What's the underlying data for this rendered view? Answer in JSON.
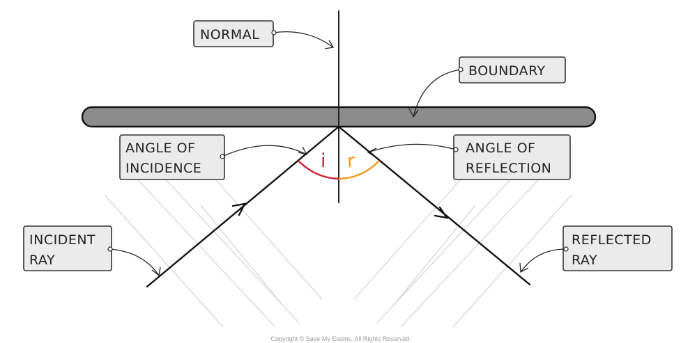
{
  "labels": {
    "normal": "NORMAL",
    "boundary": "BOUNDARY",
    "angle_of_incidence": [
      "ANGLE  OF",
      "INCIDENCE"
    ],
    "angle_of_reflection": [
      "ANGLE  OF",
      "REFLECTION"
    ],
    "incident_ray": [
      "INCIDENT",
      "RAY"
    ],
    "reflected_ray": [
      "REFLECTED",
      "RAY"
    ]
  },
  "angle_symbols": {
    "incidence": "i",
    "reflection": "r"
  },
  "colors": {
    "incidence_arc": "#d0243a",
    "reflection_arc": "#f29a1c",
    "boundary_fill": "#8c8c8c",
    "label_box": "#ebebeb",
    "ray": "#111111"
  },
  "footer": {
    "copyright": "Copyright © Save My Exams. All Rights Reserved"
  }
}
